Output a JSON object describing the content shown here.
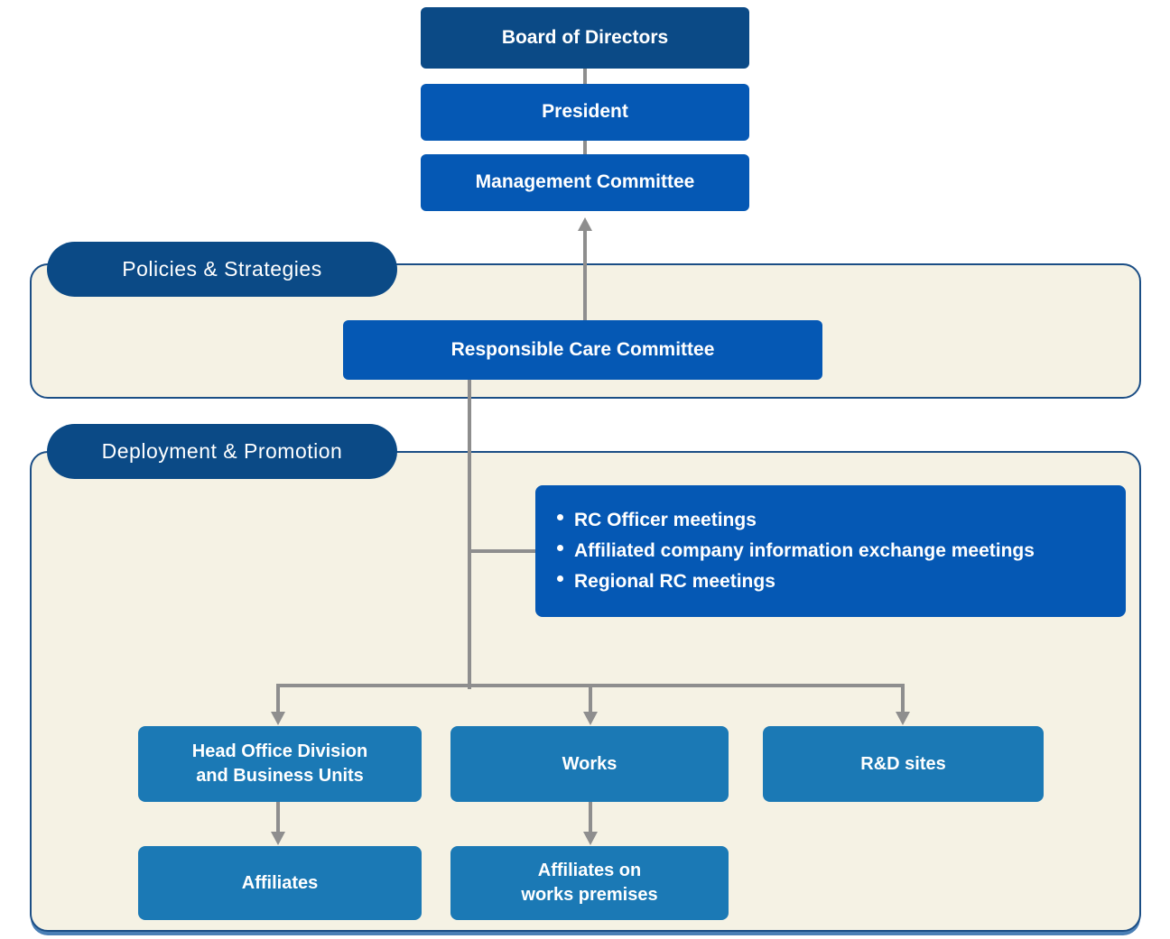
{
  "nodes": {
    "board": "Board of Directors",
    "president": "President",
    "management": "Management Committee",
    "rc_committee": "Responsible Care Committee",
    "head_office": "Head Office Division\nand Business Units",
    "works": "Works",
    "rd_sites": "R&D sites",
    "affiliates": "Affiliates",
    "affiliates_on_works": "Affiliates on\nworks premises"
  },
  "sections": {
    "policies": {
      "label": "Policies & Strategies"
    },
    "deployment": {
      "label": "Deployment & Promotion"
    }
  },
  "meetings": {
    "items": [
      "RC Officer meetings",
      "Affiliated company information exchange meetings",
      "Regional RC meetings"
    ]
  },
  "colors": {
    "dark_navy": "#0b4a86",
    "primary_blue": "#0558b4",
    "steel_blue": "#1b79b5",
    "section_cream": "#f5f2e4",
    "section_border": "#1b4e85",
    "connector_gray": "#8e8e8e",
    "text_white": "#ffffff"
  }
}
